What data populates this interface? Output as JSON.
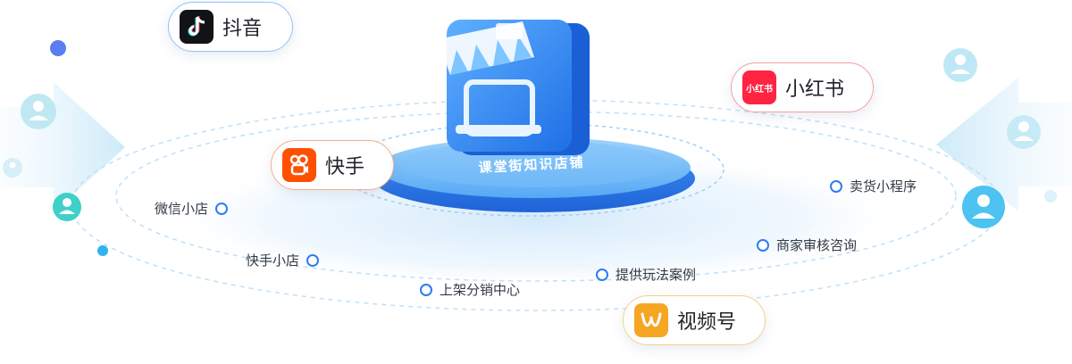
{
  "center": {
    "sign_text": "课堂街知识店铺"
  },
  "platforms": {
    "douyin": {
      "label": "抖音",
      "icon": "douyin-logo-icon",
      "accent": "#111317"
    },
    "xiaohongshu": {
      "label": "小红书",
      "icon": "xiaohongshu-logo-icon",
      "logo_text": "小红书",
      "accent": "#ff2442"
    },
    "kuaishou": {
      "label": "快手",
      "icon": "kuaishou-logo-icon",
      "accent": "#ff5000"
    },
    "shipinhao": {
      "label": "视频号",
      "icon": "shipinhao-logo-icon",
      "accent": "#f6a623"
    }
  },
  "features": {
    "wechat_shop": "微信小店",
    "kuaishou_shop": "快手小店",
    "distribution": "上架分销中心",
    "play_cases": "提供玩法案例",
    "merchant_review": "商家审核咨询",
    "mini_program": "卖货小程序"
  },
  "colors": {
    "primary": "#2f7bf5",
    "platform_blue": "#3a8cf6",
    "ring": "#bfe0f8"
  }
}
